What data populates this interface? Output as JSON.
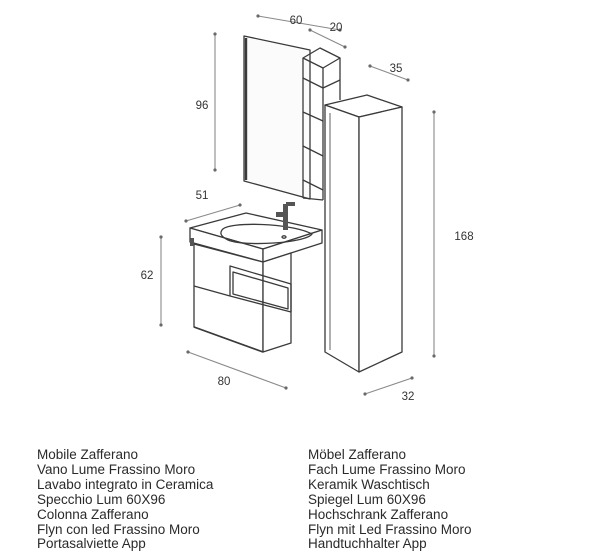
{
  "dimensions": {
    "mirror_width": "60",
    "shelf_width": "20",
    "column_depth": "35",
    "mirror_height": "96",
    "basin_depth": "51",
    "column_height": "168",
    "cabinet_height": "62",
    "cabinet_width": "80",
    "cabinet_depth": "32"
  },
  "legend_it": [
    "Mobile Zafferano",
    "Vano Lume Frassino Moro",
    "Lavabo integrato in Ceramica",
    "Specchio Lum 60X96",
    "Colonna Zafferano",
    "Flyn con led Frassino Moro",
    "Portasalviette App"
  ],
  "legend_de": [
    "Möbel Zafferano",
    "Fach Lume Frassino Moro",
    "Keramik Waschtisch",
    "Spiegel Lum 60X96",
    "Hochschrank Zafferano",
    "Flyn mit Led Frassino Moro",
    "Handtuchhalter App"
  ],
  "colors": {
    "line": "#3a3a3a",
    "dimension_line": "#8a8a8a",
    "text": "#2a2a2a"
  }
}
